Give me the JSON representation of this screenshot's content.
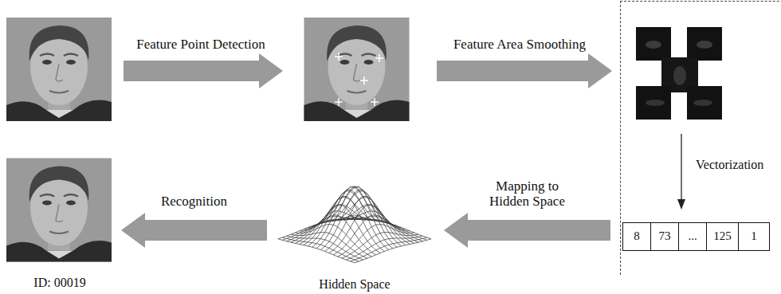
{
  "diagram": {
    "nodes": [
      {
        "text": [
          "Vectorization"
        ]
      },
      {
        "text": [
          "8"
        ],
        "in": 0
      },
      {
        "text": [
          "73"
        ],
        "in": 0
      },
      {
        "text": [
          "..."
        ],
        "in": 0
      },
      {
        "text": [
          "125"
        ],
        "in": 0
      },
      {
        "text": [
          "1"
        ],
        "in": 0
      },
      {
        "text": [
          "Hidden Space"
        ]
      },
      {
        "text": [
          "ID: 00019"
        ]
      }
    ],
    "edges": [
      {
        "from": 0,
        "to": 6,
        "label": "Mapping to Hidden Space",
        "arrow": "to"
      },
      {
        "from": 6,
        "to": 7,
        "label": "Recognition",
        "arrow": "to"
      }
    ],
    "labels": [
      "Feature Point Detection",
      "Feature Area Smoothing"
    ]
  }
}
